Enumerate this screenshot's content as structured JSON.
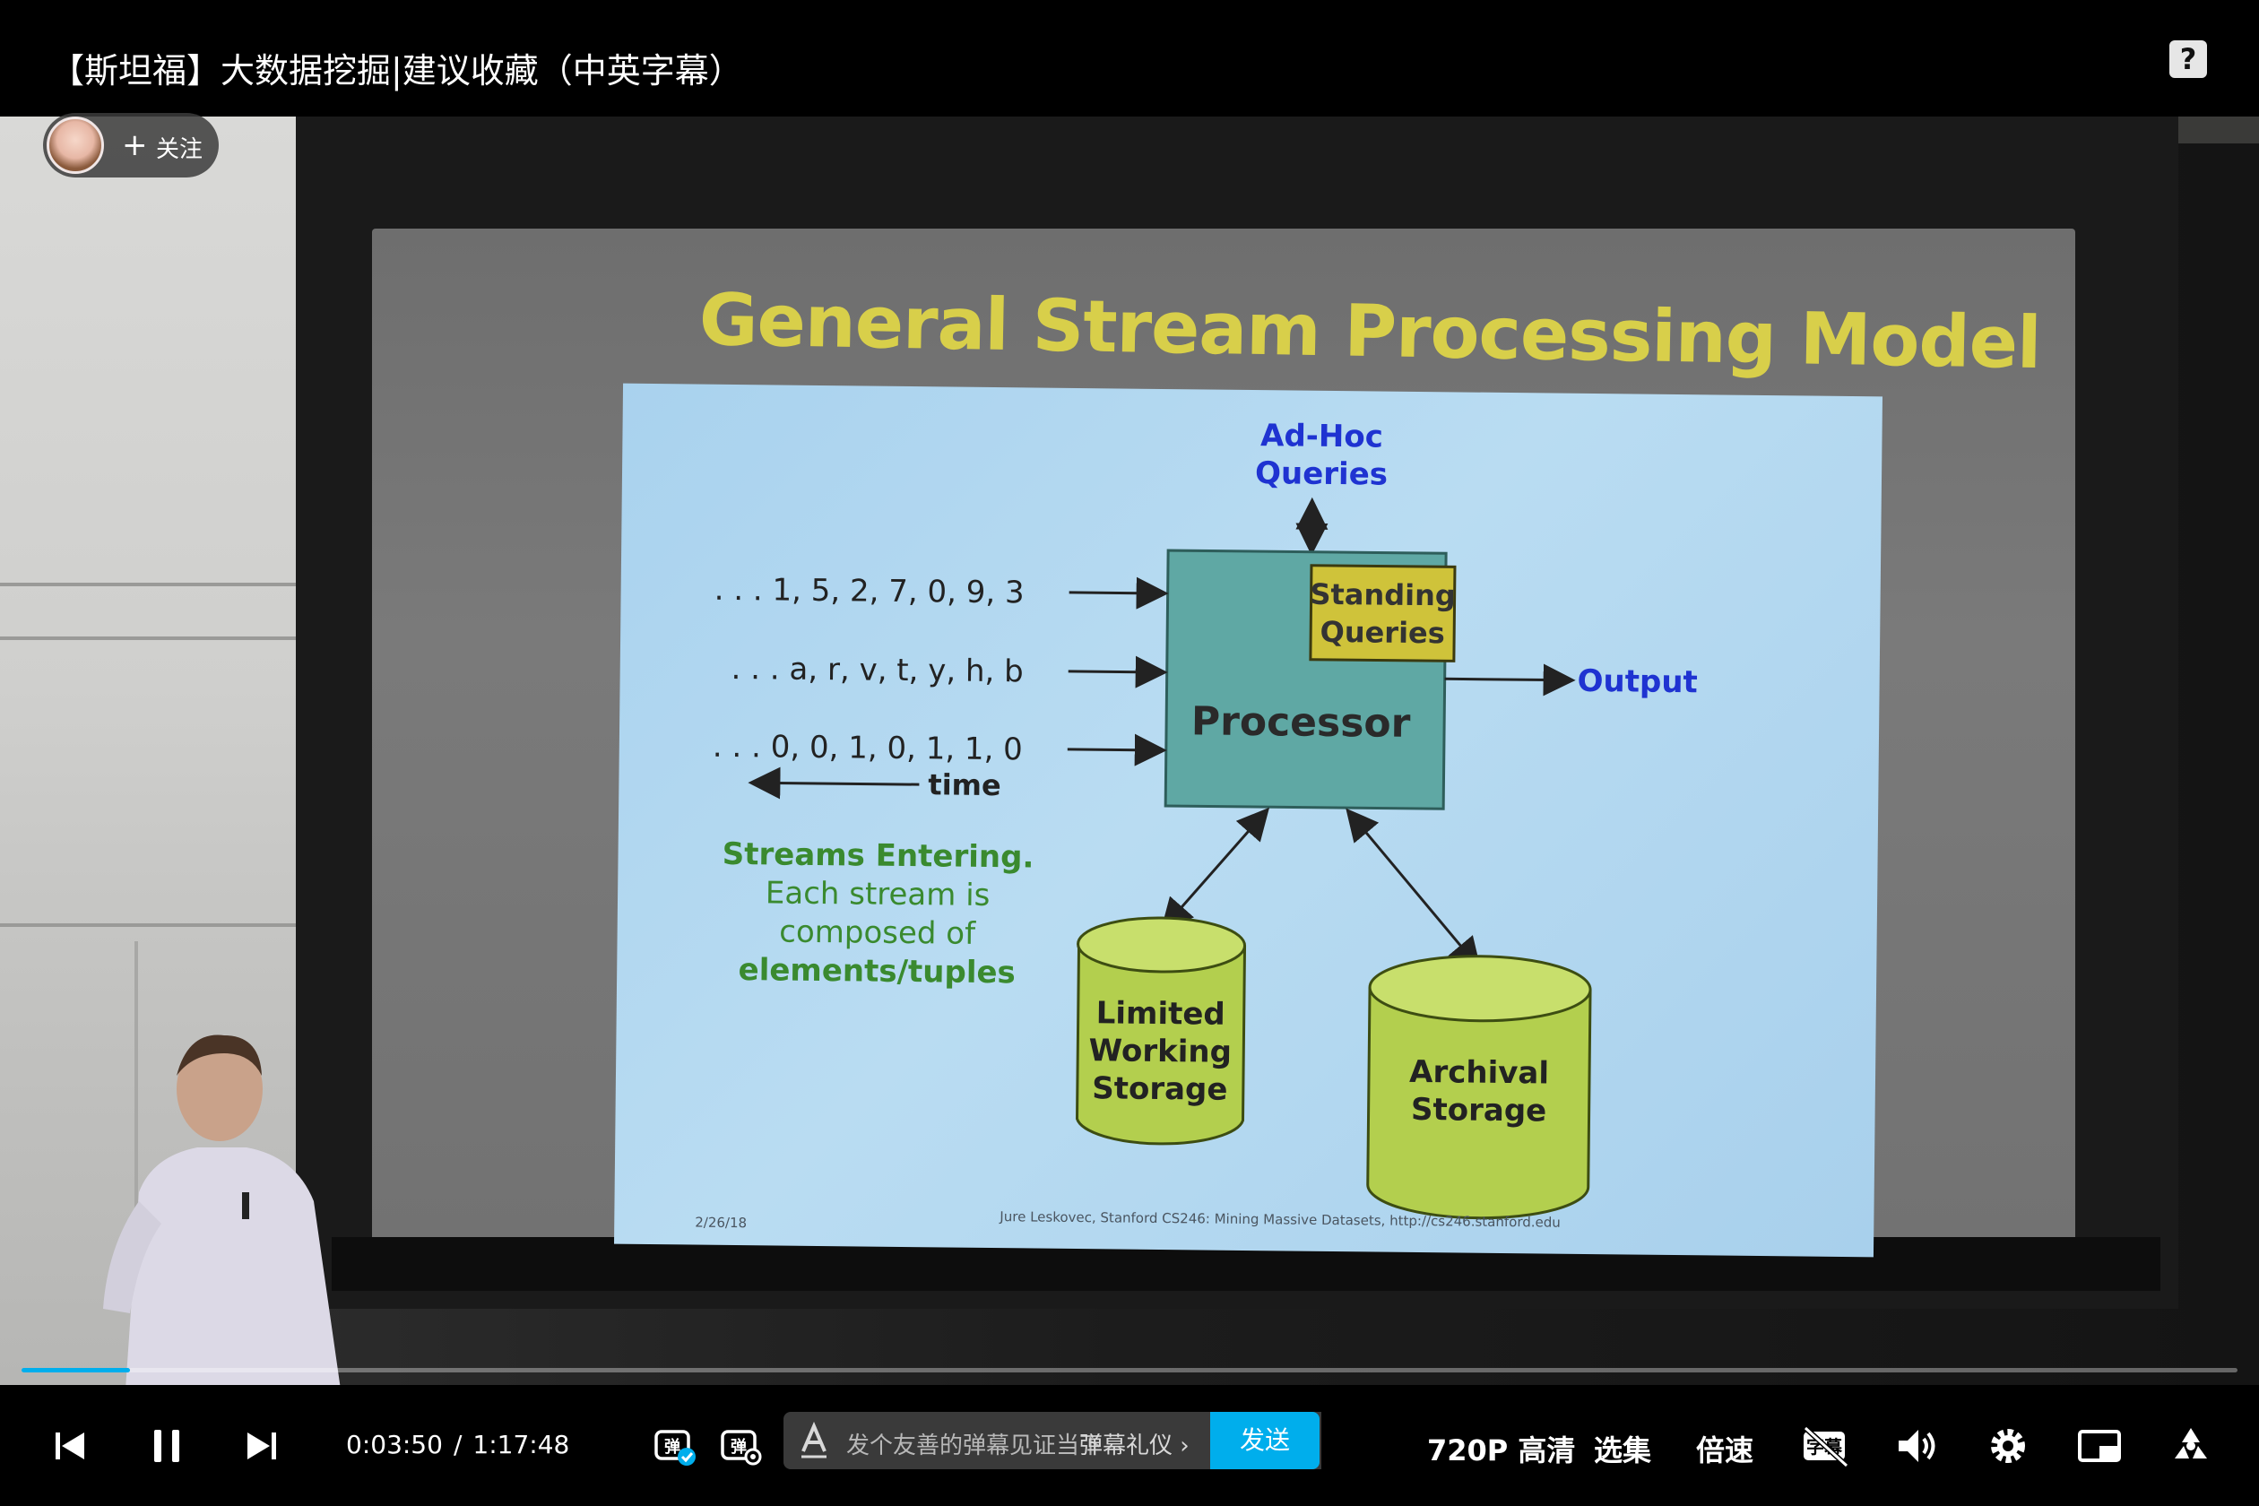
{
  "header": {
    "title": "【斯坦福】大数据挖掘|建议收藏（中英字幕）",
    "help_icon": "question-icon"
  },
  "uploader": {
    "follow_label": "关注",
    "plus_symbol": "+"
  },
  "slide": {
    "title": "General Stream Processing Model",
    "adhoc_line1": "Ad-Hoc",
    "adhoc_line2": "Queries",
    "stream1": ". . . 1, 5, 2, 7, 0, 9, 3",
    "stream2": ". . .   a, r, v, t, y, h, b",
    "stream3": ". . . 0, 0, 1, 0, 1, 1, 0",
    "time_label": "time",
    "standing_line1": "Standing",
    "standing_line2": "Queries",
    "processor": "Processor",
    "output": "Output",
    "entering_line1": "Streams Entering.",
    "entering_line2": "Each stream is",
    "entering_line3": "composed of",
    "entering_line4": "elements/tuples",
    "limited_line1": "Limited",
    "limited_line2": "Working",
    "limited_line3": "Storage",
    "archival_line1": "Archival",
    "archival_line2": "Storage",
    "footer": "Jure Leskovec, Stanford CS246: Mining Massive Datasets, http://cs246.stanford.edu",
    "date": "2/26/18"
  },
  "playback": {
    "current_time": "0:03:50",
    "separator": "/",
    "total_time": "1:17:48",
    "progress_fraction": 0.049
  },
  "danmaku": {
    "placeholder": "发个友善的弹幕见证当下",
    "etiquette": "弹幕礼仪 ›",
    "send": "发送"
  },
  "controls": {
    "quality": "720P 高清",
    "episodes": "选集",
    "speed": "倍速"
  },
  "colors": {
    "accent": "#00aeec",
    "slide_title": "#d8cf4a",
    "processor_box": "#5fa8a4",
    "standing_box": "#cfc33a",
    "storage_cylinder": "#b3cf4e",
    "blue_text": "#1f33d1",
    "green_text": "#3a8a2f"
  }
}
